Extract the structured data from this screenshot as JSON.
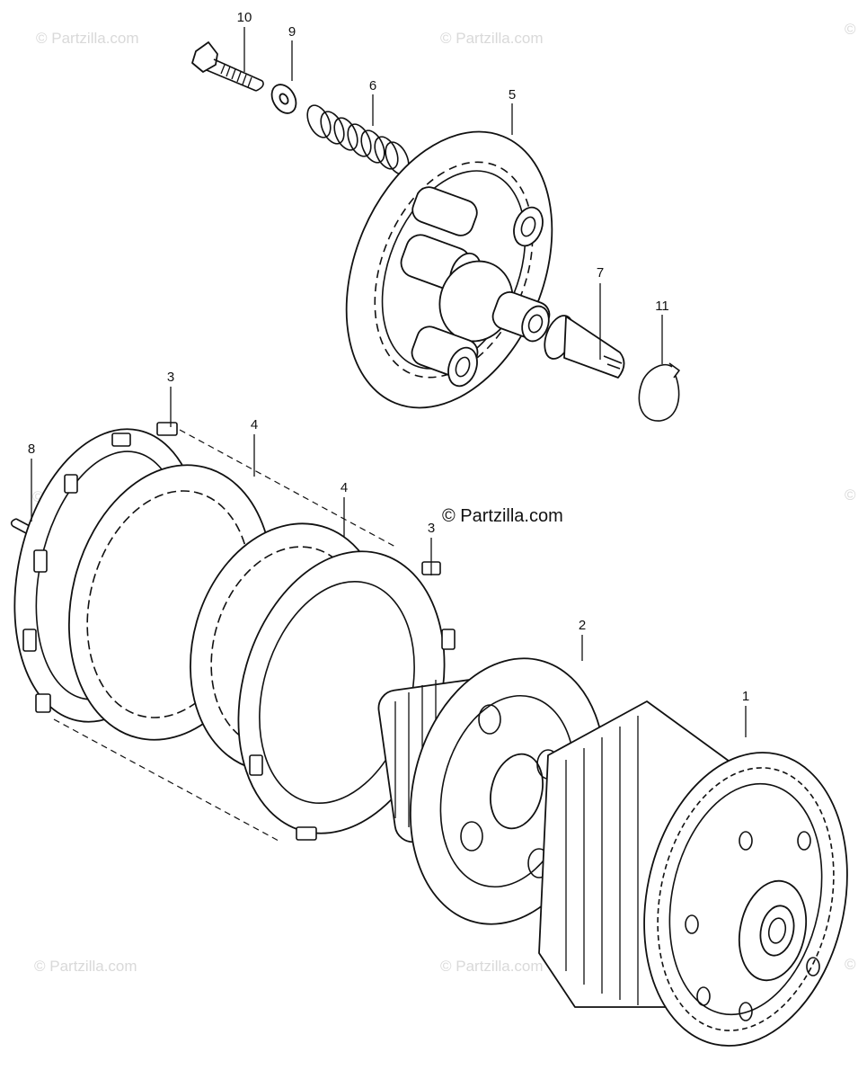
{
  "watermark": {
    "main": "© Partzilla.com",
    "faint": "© Partzilla.com",
    "corner": "©"
  },
  "callouts": {
    "c10": "10",
    "c9": "9",
    "c6": "6",
    "c5": "5",
    "c7": "7",
    "c11": "11",
    "c3a": "3",
    "c4a": "4",
    "c8": "8",
    "c4b": "4",
    "c3b": "3",
    "c2": "2",
    "c1": "1"
  }
}
